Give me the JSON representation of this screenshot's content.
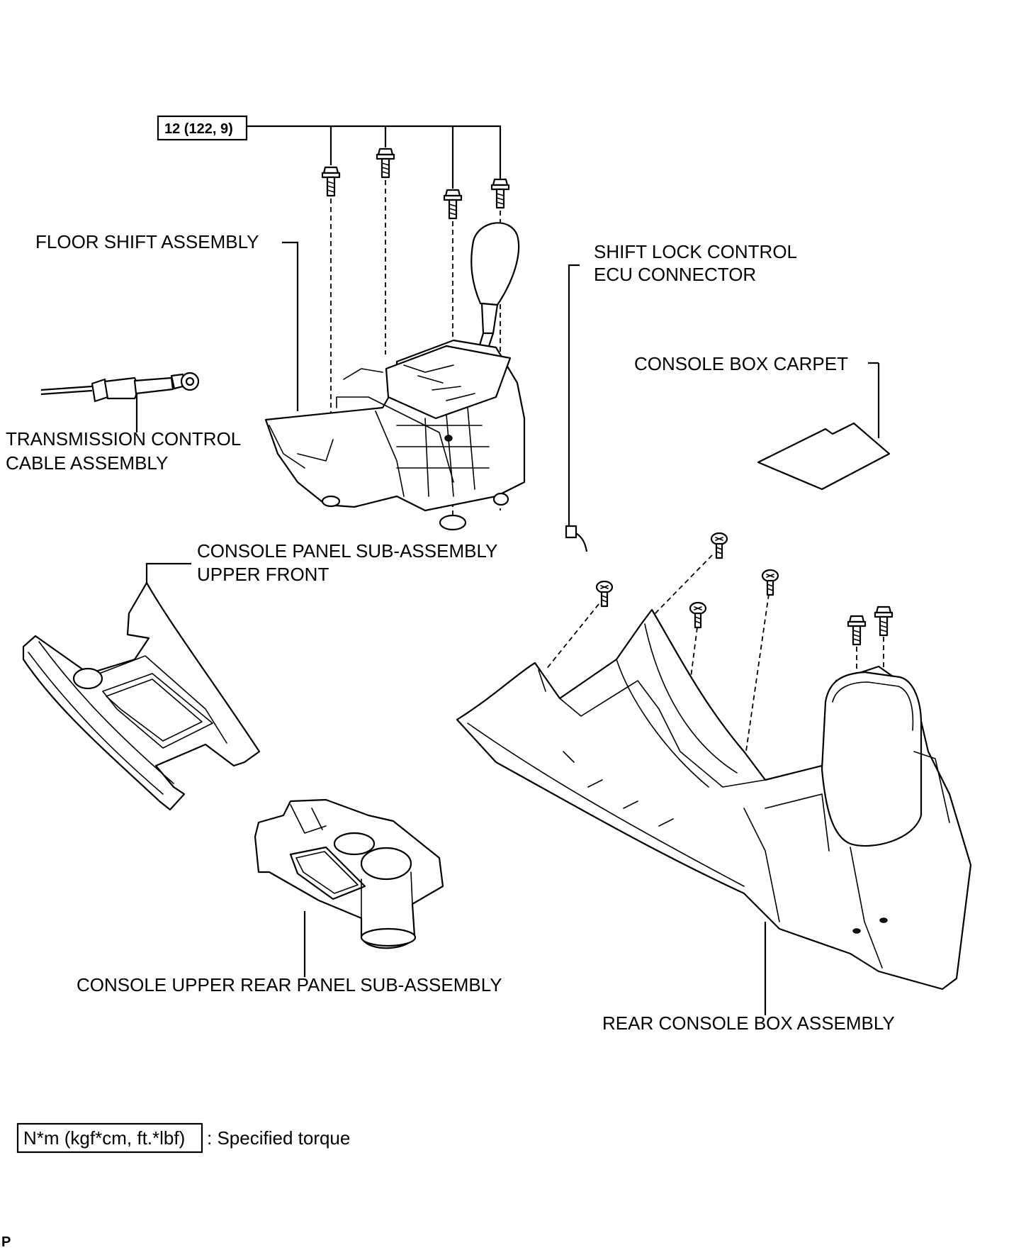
{
  "torque_callout": "12 (122, 9)",
  "labels": {
    "floor_shift": "FLOOR SHIFT ASSEMBLY",
    "shift_lock_1": "SHIFT LOCK CONTROL",
    "shift_lock_2": "ECU CONNECTOR",
    "console_carpet": "CONSOLE BOX CARPET",
    "transmission_1": "TRANSMISSION CONTROL",
    "transmission_2": "CABLE ASSEMBLY",
    "panel_front_1": "CONSOLE PANEL SUB-ASSEMBLY",
    "panel_front_2": "UPPER FRONT",
    "upper_rear_panel": "CONSOLE UPPER REAR PANEL SUB-ASSEMBLY",
    "rear_console_box": "REAR CONSOLE BOX ASSEMBLY"
  },
  "legend": {
    "unit_box": "N*m (kgf*cm, ft.*lbf)",
    "description": ": Specified torque"
  },
  "corner_mark": "P"
}
